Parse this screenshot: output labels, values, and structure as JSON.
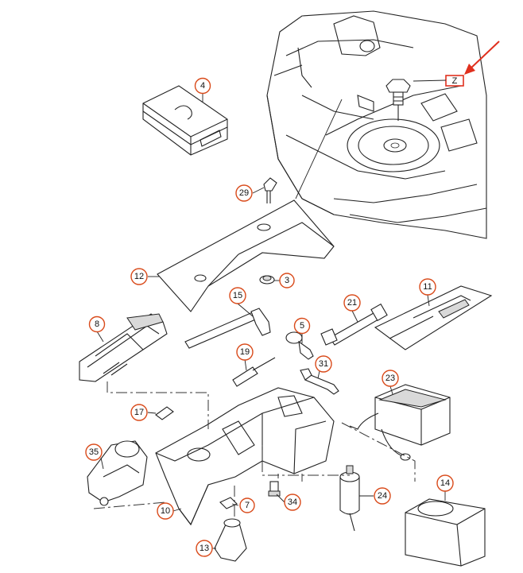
{
  "callouts": {
    "c4": "4",
    "c29": "29",
    "c12": "12",
    "c3": "3",
    "c15": "15",
    "c21": "21",
    "c11": "11",
    "c8": "8",
    "c5": "5",
    "c19": "19",
    "c31": "31",
    "c23": "23",
    "c17": "17",
    "c35": "35",
    "c10": "10",
    "c7": "7",
    "c34": "34",
    "c24": "24",
    "c14": "14",
    "c13": "13"
  },
  "highlight": {
    "label": "Z",
    "color": "#e0301e"
  },
  "colors": {
    "callout_ring": "#d94a1a",
    "arrow": "#e0301e"
  }
}
